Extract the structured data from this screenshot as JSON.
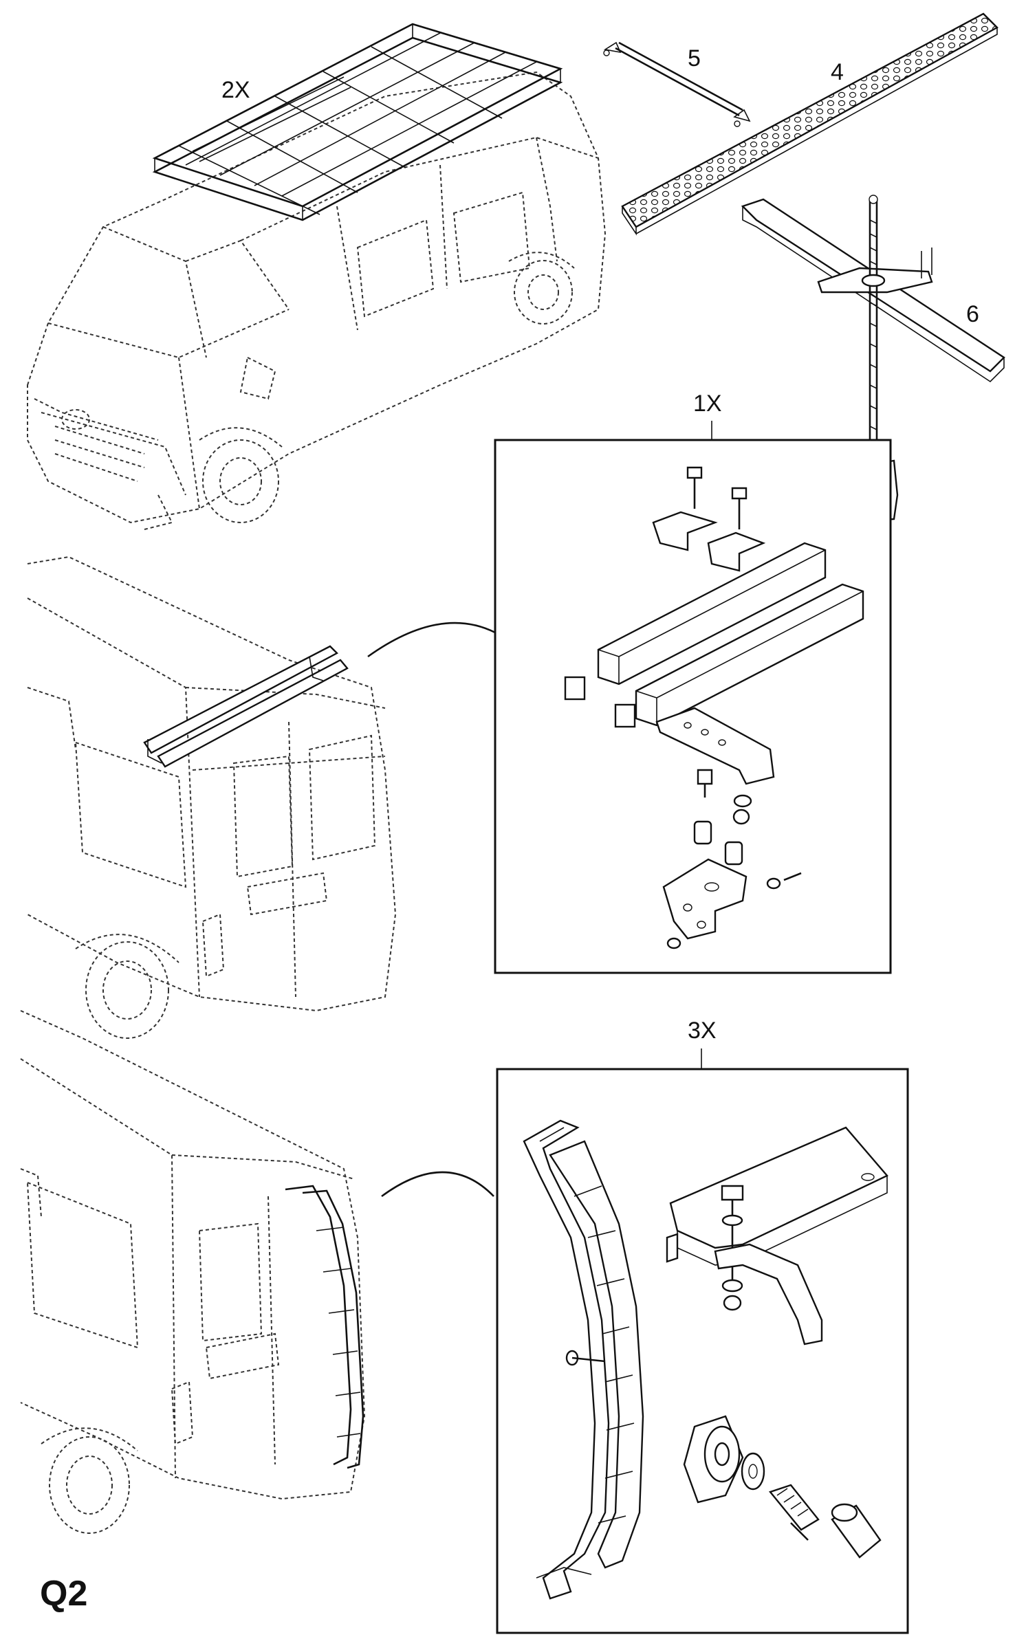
{
  "labels": {
    "roof_rack_qty": "2X",
    "part_5": "5",
    "part_4": "4",
    "part_6": "6",
    "roof_bars_qty": "1X",
    "ladder_qty": "3X"
  },
  "page_code": "Q2"
}
